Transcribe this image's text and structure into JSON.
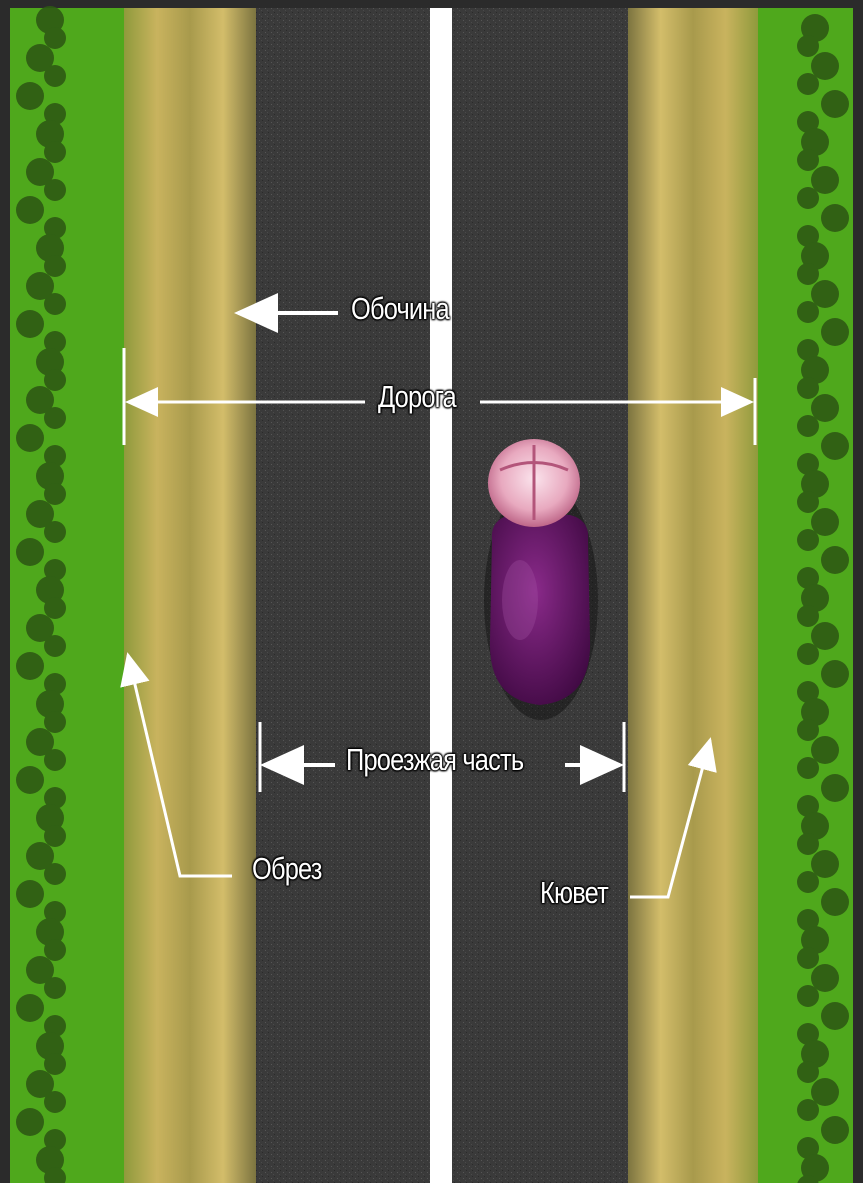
{
  "labels": {
    "shoulder": "Обочина",
    "road": "Дорога",
    "carriageway": "Проезжая часть",
    "edge": "Обрез",
    "ditch": "Кювет"
  },
  "colors": {
    "grass": "#4fa81c",
    "bushes": "#2e5a14",
    "shoulder": "#b6a44e",
    "asphalt": "#3a3a3a",
    "center_line": "#ffffff",
    "car_body": "#5c0f5e",
    "car_roof": "#e9b0c4",
    "annotation": "#ffffff"
  },
  "icons": [
    "car-icon",
    "center-line",
    "dimension-arrows"
  ]
}
